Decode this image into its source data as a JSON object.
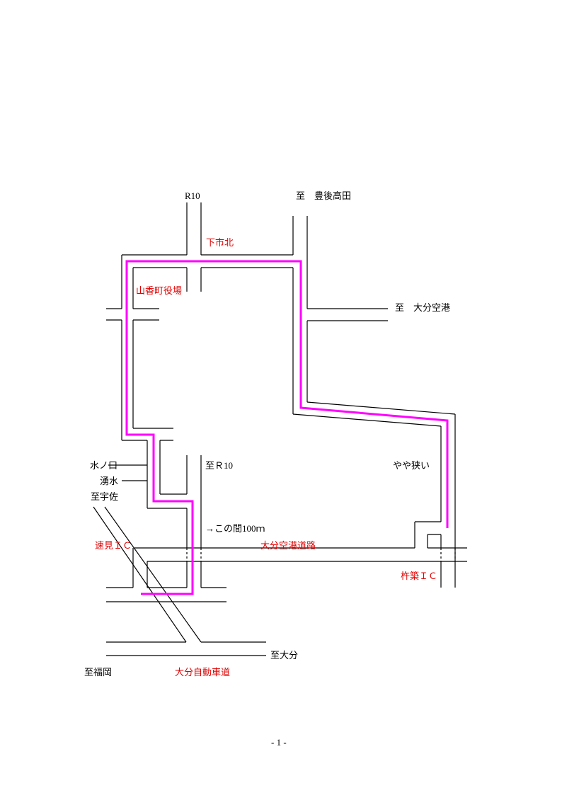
{
  "colors": {
    "road": "#000000",
    "route": "#ff00ff",
    "place_label": "#e00000",
    "direction_label": "#000000"
  },
  "labels": {
    "to_r10_north": "R10",
    "to_bungo_takada": "至　豊後高田",
    "shimoichi_kita": "下市北",
    "yamaga_town_office": "山香町役場",
    "to_oita_airport": "至　大分空港",
    "mizunokuchi": "水ノ口",
    "yusui": "湧水",
    "to_r10_mid": "至Ｒ10",
    "slightly_narrow": "やや狭い",
    "to_usa": "至宇佐",
    "kono_aida": "→この間100ｍ",
    "hayami_ic": "速見ＩＣ",
    "oita_airport_road": "大分空港道路",
    "kinejima_ic": "杵築ＩＣ",
    "to_oita": "至大分",
    "to_fukuoka": "至福岡",
    "oita_expressway": "大分自動車道"
  },
  "page_number": "- 1 -"
}
